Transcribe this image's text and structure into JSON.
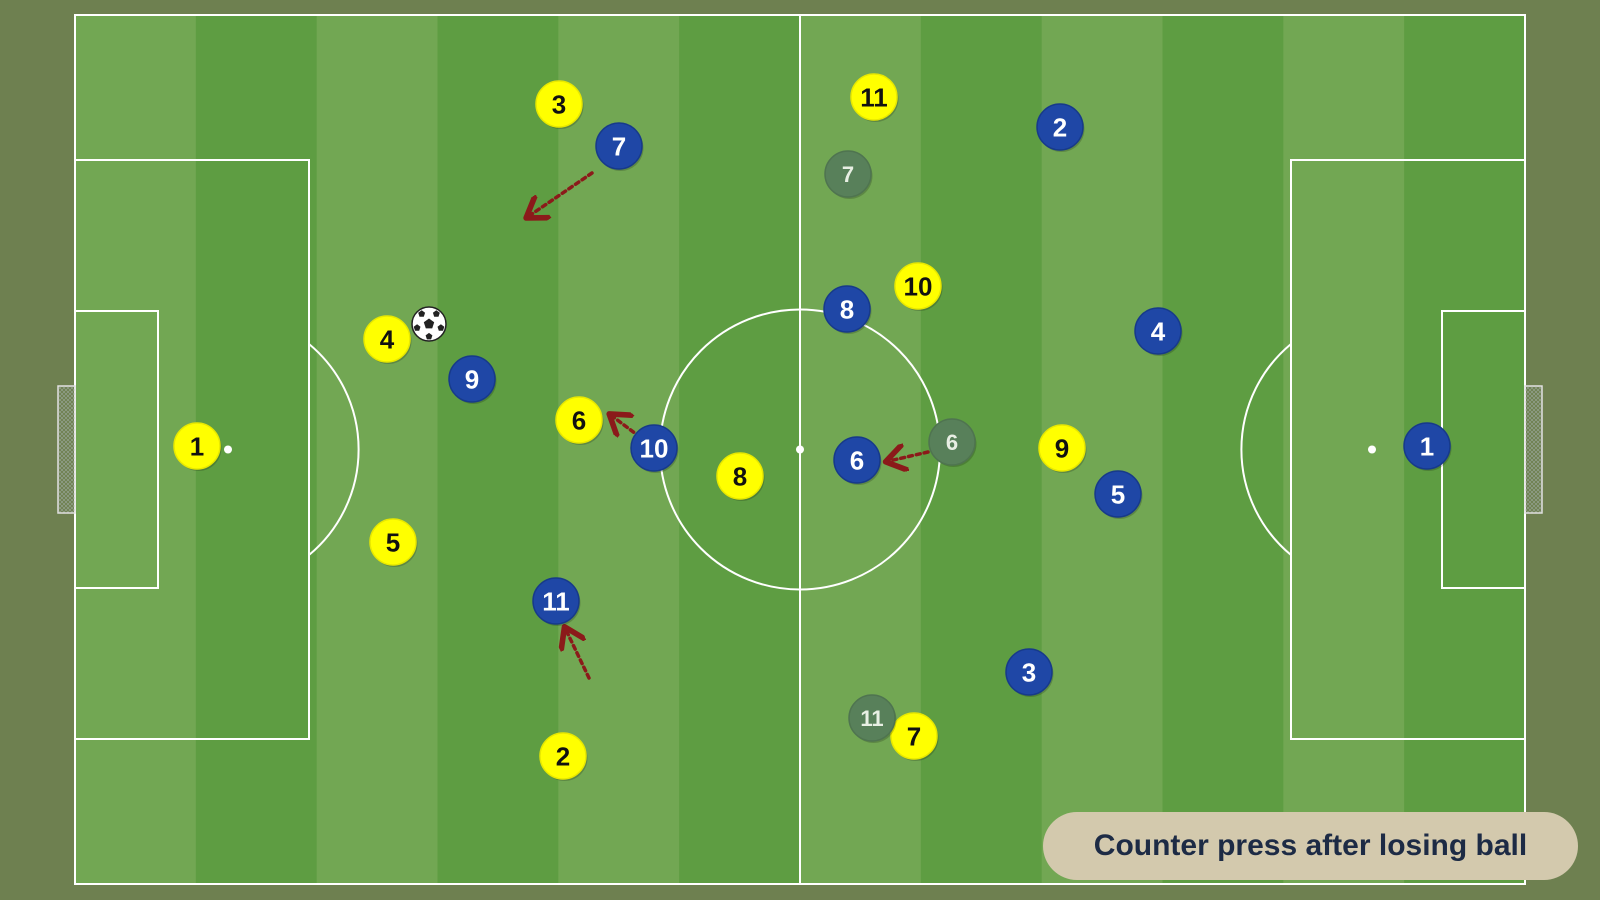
{
  "diagram": {
    "caption": "Counter press after losing ball",
    "colors": {
      "background": "#6e8050",
      "stripe_light": "#72a753",
      "stripe_dark": "#5e9d42",
      "lines": "#ffffff",
      "yellow_team": "#ffff00",
      "blue_team": "#1f47a6",
      "ghost": "#58805a",
      "arrow": "#8b1a1a",
      "caption_box": "#d3c9ad",
      "caption_text": "#1d2b45"
    },
    "ball": {
      "icon": "soccer-ball-icon"
    },
    "players": [
      {
        "id": "yellow-1",
        "team": "yellow",
        "number": "1"
      },
      {
        "id": "yellow-2",
        "team": "yellow",
        "number": "2"
      },
      {
        "id": "yellow-3",
        "team": "yellow",
        "number": "3"
      },
      {
        "id": "yellow-4",
        "team": "yellow",
        "number": "4"
      },
      {
        "id": "yellow-5",
        "team": "yellow",
        "number": "5"
      },
      {
        "id": "yellow-6",
        "team": "yellow",
        "number": "6"
      },
      {
        "id": "yellow-7",
        "team": "yellow",
        "number": "7"
      },
      {
        "id": "yellow-8",
        "team": "yellow",
        "number": "8"
      },
      {
        "id": "yellow-9",
        "team": "yellow",
        "number": "9"
      },
      {
        "id": "yellow-10",
        "team": "yellow",
        "number": "10"
      },
      {
        "id": "yellow-11",
        "team": "yellow",
        "number": "11"
      },
      {
        "id": "blue-1",
        "team": "blue",
        "number": "1"
      },
      {
        "id": "blue-2",
        "team": "blue",
        "number": "2"
      },
      {
        "id": "blue-3",
        "team": "blue",
        "number": "3"
      },
      {
        "id": "blue-4",
        "team": "blue",
        "number": "4"
      },
      {
        "id": "blue-5",
        "team": "blue",
        "number": "5"
      },
      {
        "id": "blue-6",
        "team": "blue",
        "number": "6"
      },
      {
        "id": "blue-7",
        "team": "blue",
        "number": "7"
      },
      {
        "id": "blue-8",
        "team": "blue",
        "number": "8"
      },
      {
        "id": "blue-9",
        "team": "blue",
        "number": "9"
      },
      {
        "id": "blue-10",
        "team": "blue",
        "number": "10"
      },
      {
        "id": "blue-11",
        "team": "blue",
        "number": "11"
      },
      {
        "id": "ghost-7",
        "team": "ghost",
        "number": "7"
      },
      {
        "id": "ghost-6",
        "team": "ghost",
        "number": "6"
      },
      {
        "id": "ghost-11",
        "team": "ghost",
        "number": "11"
      }
    ],
    "arrows": [
      {
        "id": "run-blue-7"
      },
      {
        "id": "run-blue-10"
      },
      {
        "id": "run-blue-6"
      },
      {
        "id": "run-blue-11"
      }
    ]
  }
}
